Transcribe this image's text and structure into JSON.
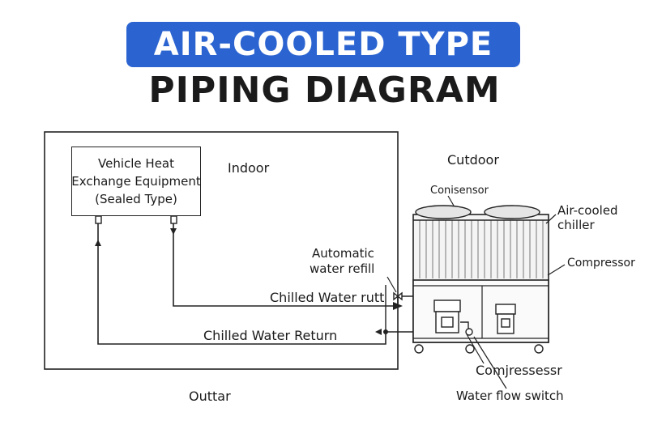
{
  "title": "AIR-COOLED TYPE",
  "subtitle": "PIPING DIAGRAM",
  "equipment_box": {
    "line1": "Vehicle Heat",
    "line2": "Exchange Equipment",
    "line3": "(Sealed Type)"
  },
  "labels": {
    "indoor": "Indoor",
    "outdoor": "Cutdoor",
    "outdoor_bottom": "Outtar",
    "condenser": "Conisensor",
    "air_cooled_chiller_line1": "Air-cooled",
    "air_cooled_chiller_line2": "chiller",
    "compressor": "Compressor",
    "automatic_refill_line1": "Automatic",
    "automatic_refill_line2": "water refill",
    "chilled_water_out": "Chilled Water rutt",
    "chilled_water_return": "Chilled Water Return",
    "compressor_bottom": "Comjressessr",
    "water_flow_switch": "Water flow switch"
  },
  "colors": {
    "title_bg": "#2b64d1",
    "line": "#222222"
  }
}
